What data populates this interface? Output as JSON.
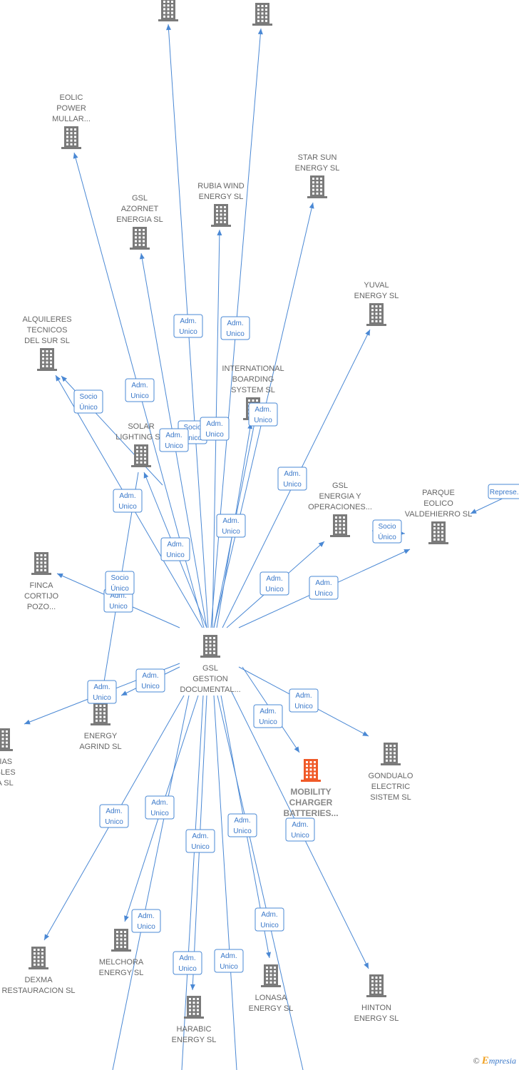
{
  "nodes": [
    {
      "id": "top1",
      "label": [],
      "focus": false
    },
    {
      "id": "top2",
      "label": [],
      "focus": false
    },
    {
      "id": "eolic",
      "label": [
        "EOLIC",
        "POWER",
        "MULLAR..."
      ],
      "focus": false
    },
    {
      "id": "starsun",
      "label": [
        "STAR SUN",
        "ENERGY  SL"
      ],
      "focus": false
    },
    {
      "id": "rubia",
      "label": [
        "RUBIA WIND",
        "ENERGY  SL"
      ],
      "focus": false
    },
    {
      "id": "azornet",
      "label": [
        "GSL",
        "AZORNET",
        "ENERGIA  SL"
      ],
      "focus": false
    },
    {
      "id": "yuval",
      "label": [
        "YUVAL",
        "ENERGY  SL"
      ],
      "focus": false
    },
    {
      "id": "alquileres",
      "label": [
        "ALQUILERES",
        "TECNICOS",
        "DEL SUR SL"
      ],
      "focus": false
    },
    {
      "id": "international",
      "label": [
        "INTERNATIONAL",
        "BOARDING",
        "SYSTEM  SL"
      ],
      "focus": false
    },
    {
      "id": "solar",
      "label": [
        "SOLAR",
        "LIGHTING S..."
      ],
      "focus": false
    },
    {
      "id": "gslenergia",
      "label": [
        "GSL",
        "ENERGIA Y",
        "OPERACIONES..."
      ],
      "focus": false
    },
    {
      "id": "parque",
      "label": [
        "PARQUE",
        "EOLICO",
        "VALDEHIERRO SL"
      ],
      "focus": false
    },
    {
      "id": "finca",
      "label": [
        "FINCA",
        "CORTIJO",
        "POZO..."
      ],
      "focus": false
    },
    {
      "id": "center",
      "label": [
        "GSL",
        "GESTION",
        "DOCUMENTAL..."
      ],
      "focus": false
    },
    {
      "id": "agrind",
      "label": [
        "ENERGY",
        "AGRIND  SL"
      ],
      "focus": false
    },
    {
      "id": "gias",
      "label": [
        "GIAS",
        "ABLES",
        "LA  SL"
      ],
      "focus": false
    },
    {
      "id": "mobility",
      "label": [
        "MOBILITY",
        "CHARGER",
        "BATTERIES..."
      ],
      "focus": true
    },
    {
      "id": "gondualo",
      "label": [
        "GONDUALO",
        "ELECTRIC",
        "SISTEM  SL"
      ],
      "focus": false
    },
    {
      "id": "dexma",
      "label": [
        "DEXMA",
        "RESTAURACION SL"
      ],
      "focus": false
    },
    {
      "id": "melchora",
      "label": [
        "MELCHORA",
        "ENERGY  SL"
      ],
      "focus": false
    },
    {
      "id": "harabic",
      "label": [
        "HARABIC",
        "ENERGY  SL"
      ],
      "focus": false
    },
    {
      "id": "lonasa",
      "label": [
        "LONASA",
        "ENERGY  SL"
      ],
      "focus": false
    },
    {
      "id": "hinton",
      "label": [
        "HINTON",
        "ENERGY  SL"
      ],
      "focus": false
    }
  ],
  "relations": [
    {
      "id": "r1",
      "label": [
        "Adm.",
        "Unico"
      ]
    },
    {
      "id": "r2",
      "label": [
        "Adm.",
        "Unico"
      ]
    },
    {
      "id": "r3",
      "label": [
        "Adm.",
        "Unico"
      ]
    },
    {
      "id": "r4",
      "label": [
        "Socio",
        "Único"
      ]
    },
    {
      "id": "r5",
      "label": [
        "Socio",
        "Único"
      ]
    },
    {
      "id": "r6",
      "label": [
        "Adm.",
        "Unico"
      ]
    },
    {
      "id": "r7",
      "label": [
        "Adm.",
        "Unico"
      ]
    },
    {
      "id": "r8",
      "label": [
        "Adm.",
        "Unico"
      ]
    },
    {
      "id": "r9",
      "label": [
        "Adm.",
        "Unico"
      ]
    },
    {
      "id": "r10",
      "label": [
        "Adm.",
        "Unico"
      ]
    },
    {
      "id": "r11",
      "label": [
        "Adm.",
        "Unico"
      ]
    },
    {
      "id": "r12",
      "label": [
        "Adm.",
        "Unico"
      ]
    },
    {
      "id": "r13",
      "label": [
        "Socio",
        "Único"
      ]
    },
    {
      "id": "r14",
      "label": [
        "Represe..."
      ]
    },
    {
      "id": "r15",
      "label": [
        "Adm.",
        "Unico"
      ]
    },
    {
      "id": "r16",
      "label": [
        "Adm.",
        "Unico"
      ]
    },
    {
      "id": "r17",
      "label": [
        "Adm.",
        "Unico"
      ]
    },
    {
      "id": "r18",
      "label": [
        "Socio",
        "Único"
      ]
    },
    {
      "id": "r19",
      "label": [
        "Adm.",
        "Unico"
      ]
    },
    {
      "id": "r20",
      "label": [
        "Adm.",
        "Unico"
      ]
    },
    {
      "id": "r21",
      "label": [
        "Adm.",
        "Unico"
      ]
    },
    {
      "id": "r22",
      "label": [
        "Adm.",
        "Unico"
      ]
    },
    {
      "id": "r23",
      "label": [
        "Adm.",
        "Unico"
      ]
    },
    {
      "id": "r24",
      "label": [
        "Adm.",
        "Unico"
      ]
    },
    {
      "id": "r25",
      "label": [
        "Adm.",
        "Unico"
      ]
    },
    {
      "id": "r26",
      "label": [
        "Adm.",
        "Unico"
      ]
    },
    {
      "id": "r27",
      "label": [
        "Adm.",
        "Unico"
      ]
    },
    {
      "id": "r28",
      "label": [
        "Adm.",
        "Unico"
      ]
    },
    {
      "id": "r29",
      "label": [
        "Adm.",
        "Unico"
      ]
    },
    {
      "id": "r30",
      "label": [
        "Adm.",
        "Unico"
      ]
    },
    {
      "id": "r31",
      "label": [
        "Adm.",
        "Unico"
      ]
    },
    {
      "id": "r32",
      "label": [
        "Adm.",
        "Unico"
      ]
    }
  ],
  "footer": {
    "copyright": "©",
    "brand_initial": "E",
    "brand_rest": "mpresia"
  }
}
